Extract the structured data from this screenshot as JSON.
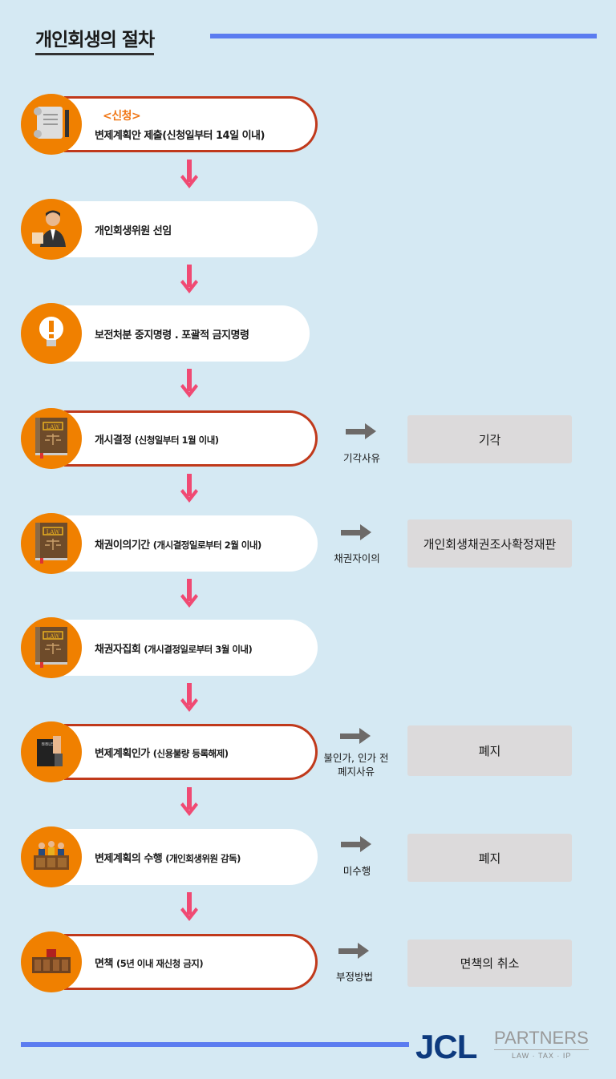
{
  "title": "개인회생의 절차",
  "steps": [
    {
      "sub": "<신청>",
      "main": "변제계획안 제출(신청일부터 14일 이내)",
      "note": "",
      "icon": "scroll-pen-icon"
    },
    {
      "main": "개인회생위원 선임",
      "note": "",
      "icon": "businessman-icon"
    },
    {
      "main": "보전처분 중지명령 . 포괄적 금지명령",
      "note": "",
      "icon": "lightbulb-icon"
    },
    {
      "main": "개시결정",
      "note": "(신청일부터 1월 이내)",
      "icon": "law-book-icon"
    },
    {
      "main": "채권이의기간",
      "note": "(개시결정일로부터 2월 이내)",
      "icon": "law-book-icon"
    },
    {
      "main": "채권자집회",
      "note": "(개시결정일로부터 3월 이내)",
      "icon": "law-book-icon"
    },
    {
      "main": "변제계획인가",
      "note": "(신용불량 등록해제)",
      "icon": "oath-bible-icon"
    },
    {
      "main": "변제계획의 수행",
      "note": "(개인회생위원 감독)",
      "icon": "committee-icon"
    },
    {
      "main": "면책",
      "note": "(5년 이내 재신청 금지)",
      "icon": "courtroom-icon"
    }
  ],
  "branches": [
    {
      "label": "기각사유",
      "result": "기각"
    },
    {
      "label": "채권자이의",
      "result": "개인회생채권조사확정재판"
    },
    {
      "label": "불인가, 인가 전",
      "label2": "폐지사유",
      "result": "폐지"
    },
    {
      "label": "미수행",
      "result": "폐지"
    },
    {
      "label": "부정방법",
      "result": "면책의 취소"
    }
  ],
  "logo": {
    "main": "JCL",
    "side": "PARTNERS",
    "tag": "LAW · TAX · IP"
  },
  "colors": {
    "bg": "#d5e9f3",
    "orange": "#f08000",
    "pink": "#f04a73",
    "border": "#c0391b",
    "blue": "#5b7cf0",
    "logo": "#0d3a7e"
  }
}
